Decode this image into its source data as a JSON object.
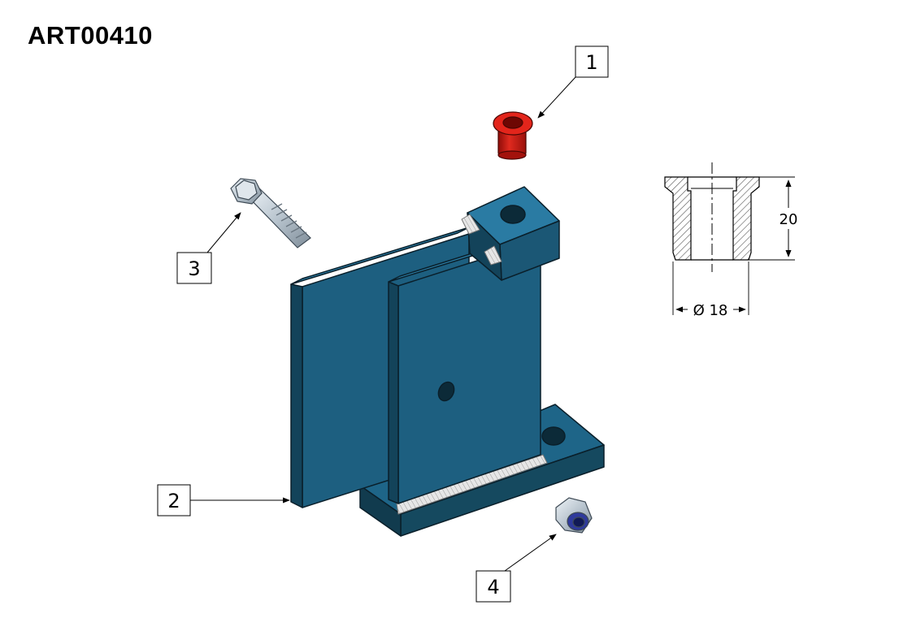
{
  "title": "ART00410",
  "balloons": [
    {
      "id": "1",
      "label": "1",
      "part": "bushing"
    },
    {
      "id": "2",
      "label": "2",
      "part": "bracket"
    },
    {
      "id": "3",
      "label": "3",
      "part": "hex-bolt"
    },
    {
      "id": "4",
      "label": "4",
      "part": "lock-nut"
    }
  ],
  "detail": {
    "height_label": "20",
    "diameter_label": "Ø 18"
  },
  "colors": {
    "bracket": "#1d5f80",
    "bracket_dark": "#15495f",
    "bushing": "#d81c14",
    "metal": "#c9d3dc",
    "nut_ring": "#2f3a9c",
    "hatch": "#555555"
  }
}
